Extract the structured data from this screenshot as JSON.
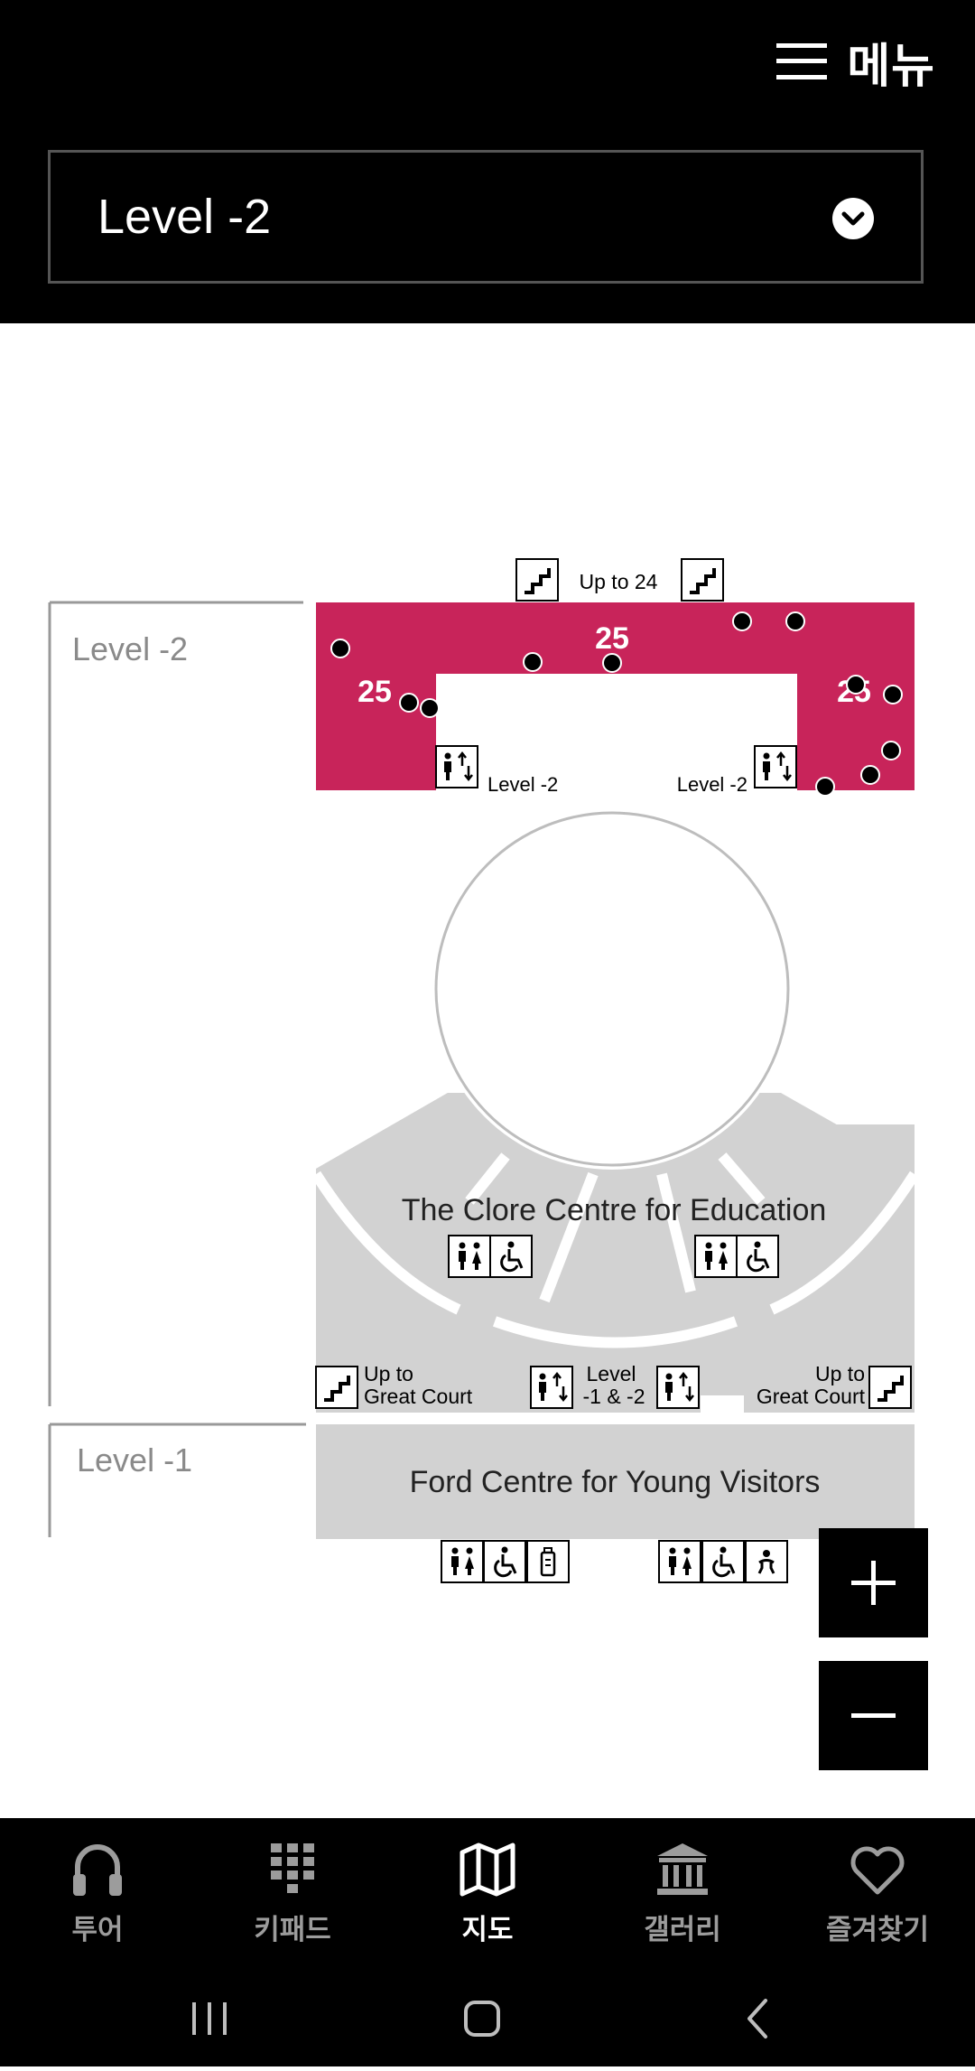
{
  "header": {
    "menu_label": "메뉴",
    "level_value": "Level -2"
  },
  "map": {
    "zones": {
      "level_minus2": "Level -2",
      "level_minus1": "Level -1"
    },
    "room_number": "25",
    "labels": {
      "up_to_24": "Up to 24",
      "lift_level2": "Level -2",
      "clore": "The Clore Centre for Education",
      "up_to": "Up to",
      "great_court": "Great Court",
      "level": "Level",
      "level_range": "-1 & -2",
      "ford": "Ford Centre for Young Visitors"
    }
  },
  "nav": {
    "tabs": [
      {
        "label": "투어",
        "icon": "headphones-icon"
      },
      {
        "label": "키패드",
        "icon": "keypad-icon"
      },
      {
        "label": "지도",
        "icon": "map-icon",
        "active": true
      },
      {
        "label": "갤러리",
        "icon": "gallery-icon"
      },
      {
        "label": "즐겨찾기",
        "icon": "heart-icon"
      }
    ]
  },
  "colors": {
    "accent": "#c8245a",
    "background": "#000000",
    "area_grey": "#d2d2d2"
  }
}
